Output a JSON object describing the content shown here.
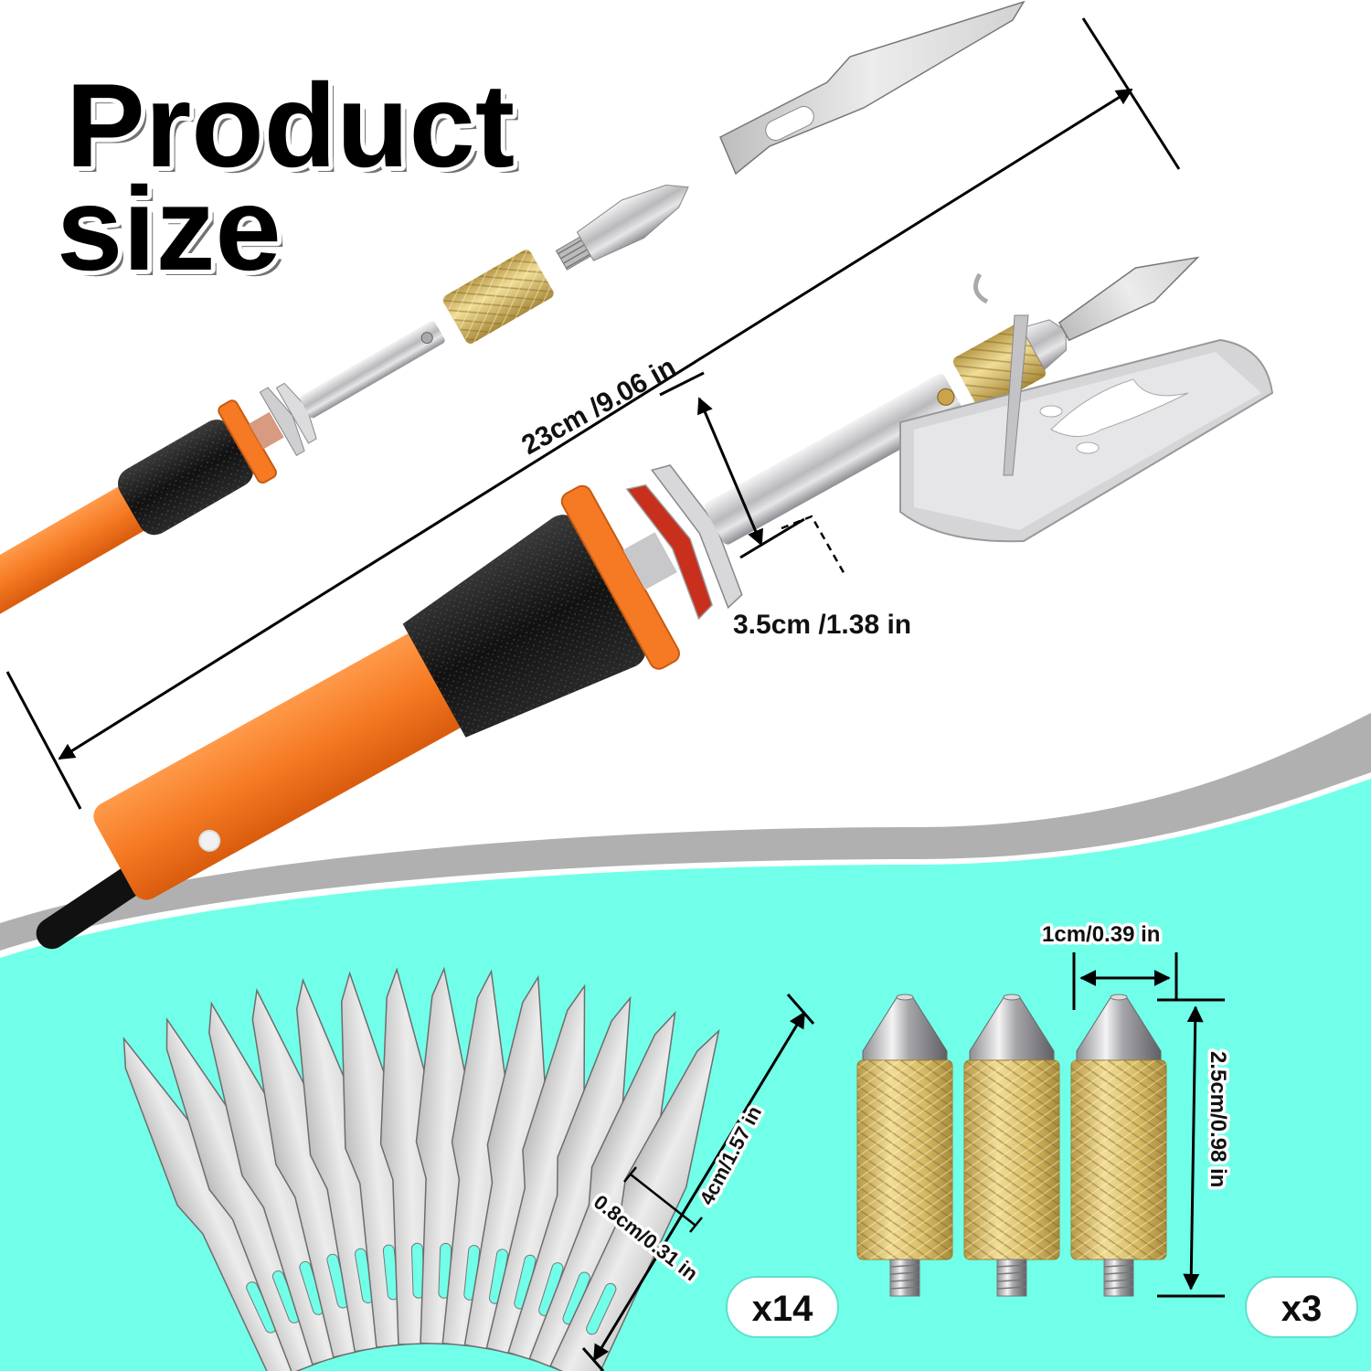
{
  "title": {
    "line1": "Product",
    "line2": "size"
  },
  "colors": {
    "background": "#ffffff",
    "teal": "#72ffe9",
    "swoosh_grey": "#b0b0b0",
    "pen_orange": "#f57a23",
    "grip_black": "#1e1e1e",
    "brass": "#d9bf6e",
    "steel": "#c9c9cb"
  },
  "pen": {
    "length_label": "23cm /9.06 in",
    "grip_diameter_label": "3.5cm /1.38 in"
  },
  "blades": {
    "count_label": "x14",
    "length_label": "4cm/1.57 in",
    "width_label": "0.8cm/0.31 in"
  },
  "tips": {
    "count_label": "x3",
    "width_label": "1cm/0.39 in",
    "height_label": "2.5cm/0.98 in"
  }
}
